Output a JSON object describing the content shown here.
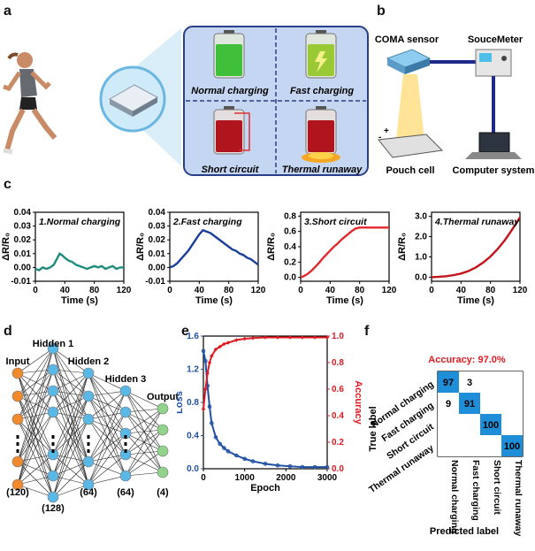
{
  "panels": {
    "a": {
      "label": "a",
      "states": [
        {
          "label": "Normal charging",
          "fill": "#3fbf3a"
        },
        {
          "label": "Fast charging",
          "fill": "#9ac936"
        },
        {
          "label": "Short circuit",
          "fill": "#b0151e"
        },
        {
          "label": "Thermal runaway",
          "fill": "#b0151e"
        }
      ]
    },
    "b": {
      "label": "b",
      "coma_sensor": "COMA sensor",
      "sourcemeter": "SouceMeter",
      "pouch_cell": "Pouch cell",
      "computer": "Computer system",
      "plus": "+",
      "minus": "-"
    },
    "c": {
      "label": "c"
    },
    "d": {
      "label": "d",
      "layers": [
        "Input",
        "Hidden 1",
        "Hidden 2",
        "Hidden 3",
        "Output"
      ],
      "sizes": [
        "(120)",
        "(128)",
        "(64)",
        "(64)",
        "(4)"
      ]
    },
    "e": {
      "label": "e"
    },
    "f": {
      "label": "f",
      "accuracy": "Accuracy: 97.0%",
      "true_label": "True label",
      "predicted_label": "Predicted label"
    }
  },
  "chart_data": [
    {
      "type": "line",
      "title": "1.Normal charging",
      "xlabel": "Time (s)",
      "ylabel": "ΔR/R₀",
      "xlim": [
        0,
        120
      ],
      "ylim": [
        -0.01,
        0.04
      ],
      "xticks": [
        0,
        40,
        80,
        120
      ],
      "yticks": [
        -0.01,
        0.0,
        0.01,
        0.02,
        0.03,
        0.04
      ],
      "ytick_labels": [
        "-0.01",
        "0.00",
        "0.01",
        "0.02",
        "0.03",
        "0.04"
      ],
      "color": "#1f8c7c",
      "x": [
        0,
        5,
        10,
        15,
        20,
        25,
        30,
        33,
        36,
        40,
        45,
        50,
        55,
        60,
        65,
        70,
        75,
        80,
        85,
        90,
        95,
        100,
        105,
        110,
        115,
        120
      ],
      "y": [
        -0.001,
        -0.002,
        0.0,
        -0.001,
        0.0,
        0.002,
        0.007,
        0.01,
        0.009,
        0.007,
        0.005,
        0.004,
        0.002,
        0.001,
        0.0,
        -0.001,
        0.0,
        0.001,
        0.0,
        0.001,
        -0.001,
        0.0,
        0.001,
        -0.001,
        0.0,
        0.0
      ]
    },
    {
      "type": "line",
      "title": "2.Fast charging",
      "xlabel": "Time (s)",
      "ylabel": "ΔR/R₀",
      "xlim": [
        0,
        120
      ],
      "ylim": [
        -0.01,
        0.04
      ],
      "xticks": [
        0,
        40,
        80,
        120
      ],
      "yticks": [
        -0.01,
        0.0,
        0.01,
        0.02,
        0.03,
        0.04
      ],
      "ytick_labels": [
        "-0.01",
        "0.00",
        "0.01",
        "0.02",
        "0.03",
        "0.04"
      ],
      "color": "#1a3f9a",
      "x": [
        0,
        5,
        10,
        15,
        20,
        25,
        30,
        35,
        40,
        45,
        50,
        55,
        60,
        65,
        70,
        75,
        80,
        85,
        90,
        95,
        100,
        105,
        110,
        115,
        120
      ],
      "y": [
        0.0,
        0.001,
        0.003,
        0.006,
        0.009,
        0.012,
        0.016,
        0.02,
        0.024,
        0.027,
        0.026,
        0.025,
        0.023,
        0.021,
        0.019,
        0.017,
        0.015,
        0.013,
        0.012,
        0.01,
        0.009,
        0.007,
        0.006,
        0.004,
        0.002
      ]
    },
    {
      "type": "line",
      "title": "3.Short circuit",
      "xlabel": "Time (s)",
      "ylabel": "ΔR/R₀",
      "xlim": [
        0,
        120
      ],
      "ylim": [
        -0.05,
        0.85
      ],
      "xticks": [
        0,
        40,
        80,
        120
      ],
      "yticks": [
        0.0,
        0.2,
        0.4,
        0.6,
        0.8
      ],
      "ytick_labels": [
        "0.0",
        "0.2",
        "0.4",
        "0.6",
        "0.8"
      ],
      "color": "#e0282d",
      "x": [
        0,
        5,
        10,
        15,
        20,
        25,
        30,
        35,
        40,
        45,
        50,
        55,
        60,
        65,
        70,
        75,
        80,
        90,
        100,
        110,
        120
      ],
      "y": [
        0.0,
        0.02,
        0.05,
        0.09,
        0.14,
        0.19,
        0.25,
        0.3,
        0.35,
        0.4,
        0.44,
        0.49,
        0.53,
        0.57,
        0.61,
        0.64,
        0.65,
        0.65,
        0.65,
        0.65,
        0.65
      ]
    },
    {
      "type": "line",
      "title": "4.Thermal runaway",
      "xlabel": "Time (s)",
      "ylabel": "ΔR/R₀",
      "xlim": [
        0,
        120
      ],
      "ylim": [
        -0.2,
        3.2
      ],
      "xticks": [
        0,
        40,
        80,
        120
      ],
      "yticks": [
        0.0,
        1.0,
        2.0,
        3.0
      ],
      "ytick_labels": [
        "0.0",
        "1.0",
        "2.0",
        "3.0"
      ],
      "color": "#c2151b",
      "x": [
        0,
        10,
        20,
        30,
        40,
        50,
        60,
        70,
        80,
        90,
        100,
        110,
        120
      ],
      "y": [
        0.0,
        0.02,
        0.05,
        0.1,
        0.18,
        0.3,
        0.48,
        0.72,
        1.02,
        1.4,
        1.85,
        2.38,
        2.95
      ]
    },
    {
      "type": "line",
      "xlabel": "Epoch",
      "ylabel": "Loss",
      "y2label": "Accuracy",
      "xlim": [
        0,
        3000
      ],
      "ylim": [
        0,
        1.6
      ],
      "y2lim": [
        0,
        1.0
      ],
      "xticks": [
        0,
        1000,
        2000,
        3000
      ],
      "yticks": [
        0.0,
        0.4,
        0.8,
        1.2,
        1.6
      ],
      "ytick_labels": [
        "0.0",
        "0.4",
        "0.8",
        "1.2",
        "1.6"
      ],
      "y2ticks": [
        0.0,
        0.2,
        0.4,
        0.6,
        0.8,
        1.0
      ],
      "y2tick_labels": [
        "0.0",
        "0.2",
        "0.4",
        "0.6",
        "0.8",
        "1.0"
      ],
      "loss_color": "#1f4fa3",
      "acc_color": "#e01b22",
      "x": [
        0,
        50,
        100,
        150,
        200,
        300,
        400,
        500,
        600,
        800,
        1000,
        1200,
        1500,
        1800,
        2100,
        2400,
        2700,
        3000
      ],
      "loss": [
        1.42,
        1.3,
        1.0,
        0.75,
        0.55,
        0.38,
        0.3,
        0.25,
        0.21,
        0.16,
        0.12,
        0.09,
        0.06,
        0.04,
        0.03,
        0.02,
        0.02,
        0.02
      ],
      "accuracy": [
        0.45,
        0.6,
        0.72,
        0.8,
        0.85,
        0.9,
        0.92,
        0.94,
        0.95,
        0.97,
        0.98,
        0.985,
        0.99,
        0.99,
        0.99,
        0.99,
        0.99,
        0.99
      ]
    },
    {
      "type": "heatmap",
      "classes": [
        "Normal charging",
        "Fast charging",
        "Short circuit",
        "Thermal runaway"
      ],
      "matrix": [
        [
          97,
          3,
          0,
          0
        ],
        [
          9,
          91,
          0,
          0
        ],
        [
          0,
          0,
          100,
          0
        ],
        [
          0,
          0,
          0,
          100
        ]
      ],
      "cell_labels": [
        [
          "97",
          "3",
          "",
          ""
        ],
        [
          "9",
          "91",
          "",
          ""
        ],
        [
          "",
          "",
          "100",
          ""
        ],
        [
          "",
          "",
          "",
          "100"
        ]
      ],
      "color": "#1f8ed8"
    }
  ]
}
